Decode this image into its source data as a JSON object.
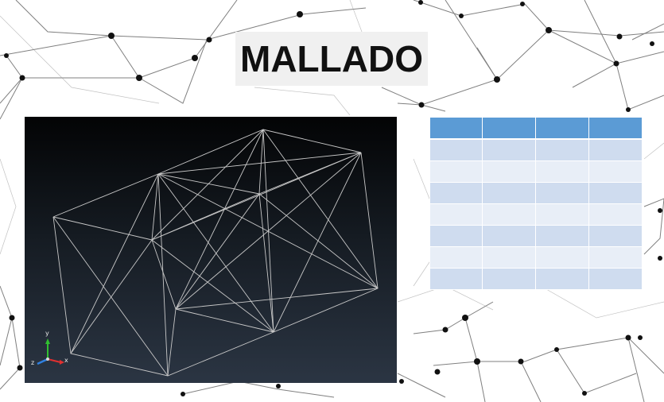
{
  "slide": {
    "title": "MALLADO"
  },
  "viewport": {
    "axes": {
      "y_label": "y",
      "x_label": "x",
      "z_label": "z"
    }
  },
  "table": {
    "columns": [
      "",
      "",
      "",
      ""
    ],
    "rows": [
      [
        "",
        "",
        "",
        ""
      ],
      [
        "",
        "",
        "",
        ""
      ],
      [
        "",
        "",
        "",
        ""
      ],
      [
        "",
        "",
        "",
        ""
      ],
      [
        "",
        "",
        "",
        ""
      ],
      [
        "",
        "",
        "",
        ""
      ],
      [
        "",
        "",
        "",
        ""
      ]
    ]
  },
  "colors": {
    "table_header": "#5b9bd5",
    "table_row_odd": "#cfdcef",
    "table_row_even": "#e8eef7",
    "mesh_line": "#c8c8c8",
    "axis_x": "#e03030",
    "axis_y": "#30c030",
    "axis_z": "#3080e0"
  }
}
